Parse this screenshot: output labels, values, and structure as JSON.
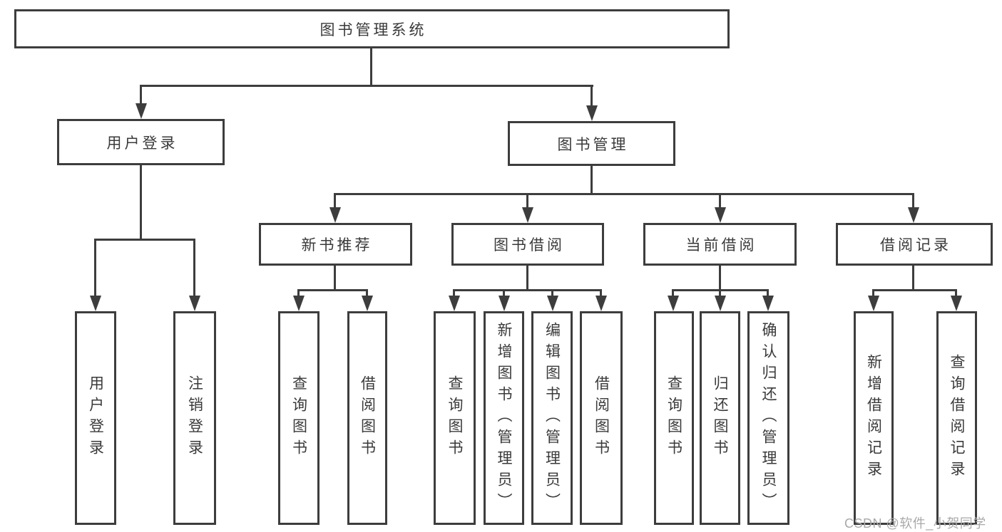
{
  "diagram": {
    "root": "图书管理系统",
    "user_login": {
      "label": "用户登录",
      "children": {
        "login": "用户登录",
        "logout": "注销登录"
      }
    },
    "book_mgmt": {
      "label": "图书管理",
      "children": {
        "new_book_rec": {
          "label": "新书推荐",
          "children": {
            "query": "查询图书",
            "borrow": "借阅图书"
          }
        },
        "book_borrow": {
          "label": "图书借阅",
          "children": {
            "query": "查询图书",
            "add": "新增图书（管理员）",
            "edit": "编辑图书（管理员）",
            "borrow": "借阅图书"
          }
        },
        "current_borrow": {
          "label": "当前借阅",
          "children": {
            "query": "查询图书",
            "return": "归还图书",
            "confirm": "确认归还（管理员）"
          }
        },
        "borrow_record": {
          "label": "借阅记录",
          "children": {
            "add": "新增借阅记录",
            "query": "查询借阅记录"
          }
        }
      }
    }
  },
  "watermark": "CSDN @软件_小贺同学",
  "colors": {
    "line": "#3d3d3d",
    "text": "#3a3a3a",
    "background": "#ffffff",
    "watermark": "#a9a9a9"
  }
}
